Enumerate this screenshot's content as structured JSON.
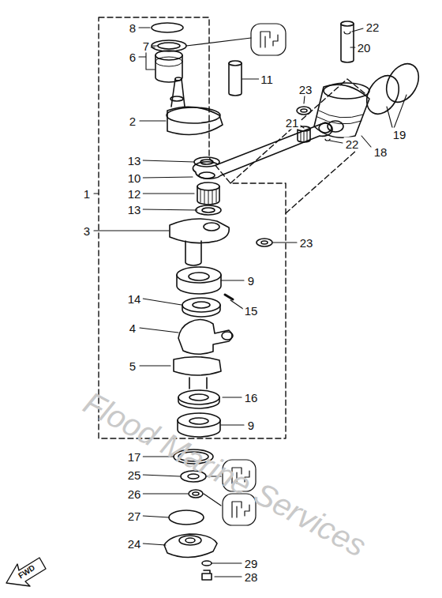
{
  "diagram": {
    "labels": [
      "8",
      "7",
      "6",
      "11",
      "2",
      "13",
      "10",
      "12",
      "13",
      "3",
      "9",
      "14",
      "15",
      "4",
      "5",
      "16",
      "9",
      "17",
      "25",
      "26",
      "27",
      "24",
      "29",
      "28",
      "22",
      "20",
      "23",
      "21",
      "18",
      "22",
      "19",
      "23",
      "1",
      "FWD",
      "Flood Marine Services"
    ]
  }
}
